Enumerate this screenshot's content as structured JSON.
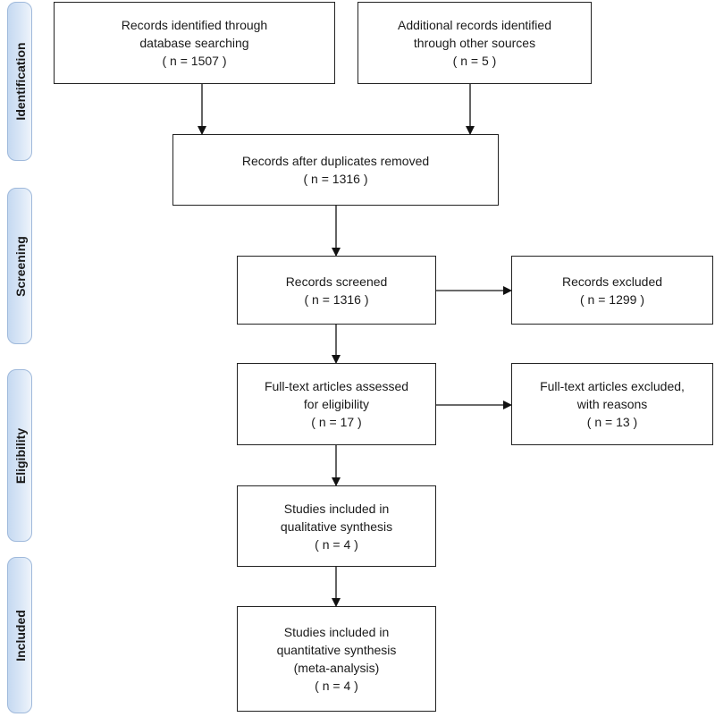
{
  "stages": {
    "identification": "Identification",
    "screening": "Screening",
    "eligibility": "Eligibility",
    "included": "Included"
  },
  "boxes": {
    "database": {
      "line1": "Records identified through",
      "line2": "database searching",
      "count": "( n = 1507 )"
    },
    "other": {
      "line1": "Additional records identified",
      "line2": "through other sources",
      "count": "( n = 5 )"
    },
    "duplicates": {
      "line1": "Records after duplicates removed",
      "count": "( n = 1316 )"
    },
    "screened": {
      "line1": "Records screened",
      "count": "( n = 1316 )"
    },
    "excluded": {
      "line1": "Records excluded",
      "count": "( n = 1299 )"
    },
    "fulltext": {
      "line1": "Full-text articles assessed",
      "line2": "for eligibility",
      "count": "( n = 17 )"
    },
    "fulltext_excluded": {
      "line1": "Full-text articles excluded,",
      "line2": "with reasons",
      "count": "( n = 13 )"
    },
    "qualitative": {
      "line1": "Studies included in",
      "line2": "qualitative synthesis",
      "count": "( n = 4 )"
    },
    "quantitative": {
      "line1": "Studies included in",
      "line2": "quantitative synthesis",
      "line3": "(meta-analysis)",
      "count": "( n = 4 )"
    }
  },
  "colors": {
    "stage_fill": "#c5d9f1",
    "stage_border": "#9fb9db",
    "box_border": "#222222"
  }
}
